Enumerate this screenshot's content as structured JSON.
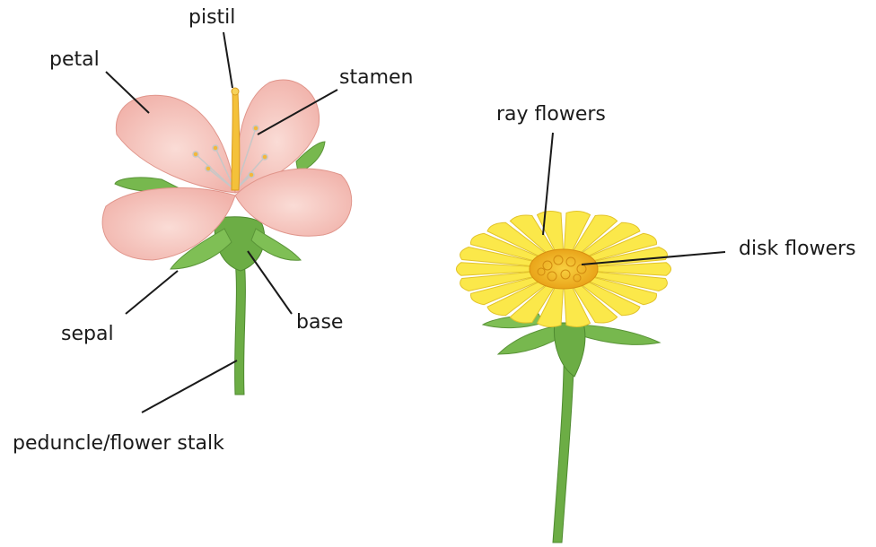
{
  "diagram": {
    "flower_one": {
      "labels": {
        "pistil": "pistil",
        "petal": "petal",
        "stamen": "stamen",
        "sepal": "sepal",
        "base": "base",
        "peduncle": "peduncle/flower stalk"
      }
    },
    "flower_two": {
      "labels": {
        "ray": "ray flowers",
        "disk": "disk flowers"
      }
    }
  },
  "colors": {
    "petal_pink": "#f6c3bc",
    "petal_shade": "#e9a59c",
    "ray_yellow": "#fbe84a",
    "disk_orange": "#f2b41e",
    "leaf_green": "#77b84e",
    "stem_green": "#6cad45",
    "leader_line": "#1a1a1a"
  }
}
